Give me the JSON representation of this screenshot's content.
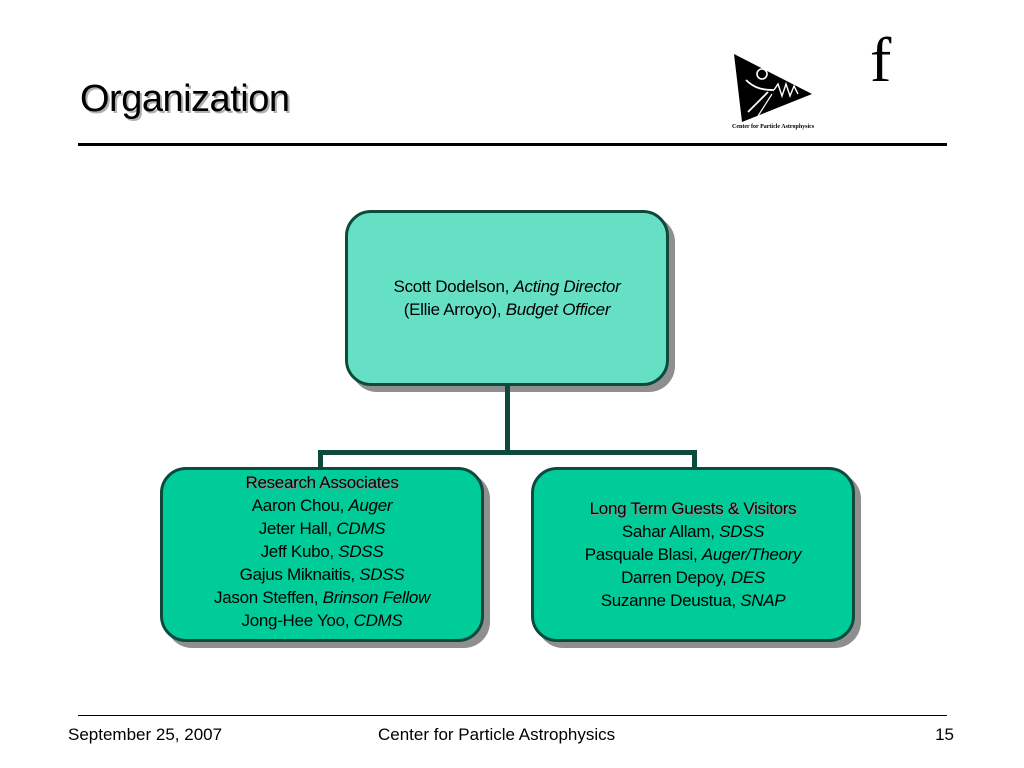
{
  "slide": {
    "title": "Organization",
    "corner_glyph": "f",
    "logo": {
      "icon": "cpa-logo-icon",
      "caption": "Center for Particle Astrophysics"
    }
  },
  "org_chart": {
    "top": {
      "lines": [
        {
          "name": "Scott Dodelson, ",
          "role": "Acting Director"
        },
        {
          "name": "(Ellie Arroyo), ",
          "role": "Budget Officer"
        }
      ]
    },
    "left": {
      "heading": "Research Associates",
      "members": [
        {
          "name": "Aaron Chou, ",
          "role": "Auger"
        },
        {
          "name": "Jeter Hall, ",
          "role": "CDMS"
        },
        {
          "name": "Jeff Kubo, ",
          "role": "SDSS"
        },
        {
          "name": "Gajus Miknaitis, ",
          "role": "SDSS"
        },
        {
          "name": "Jason Steffen, ",
          "role": "Brinson Fellow"
        },
        {
          "name": "Jong-Hee Yoo, ",
          "role": "CDMS"
        }
      ]
    },
    "right": {
      "heading": "Long Term Guests & Visitors",
      "members": [
        {
          "name": "Sahar Allam, ",
          "role": "SDSS"
        },
        {
          "name": "Pasquale Blasi, ",
          "role": "Auger/Theory"
        },
        {
          "name": "Darren Depoy, ",
          "role": "DES"
        },
        {
          "name": "Suzanne Deustua, ",
          "role": "SNAP"
        }
      ]
    },
    "colors": {
      "top_box": "#66e0c4",
      "member_box": "#00cc99",
      "border": "#0d4a3c"
    }
  },
  "footer": {
    "date": "September 25, 2007",
    "organization": "Center for Particle Astrophysics",
    "page_number": "15"
  }
}
